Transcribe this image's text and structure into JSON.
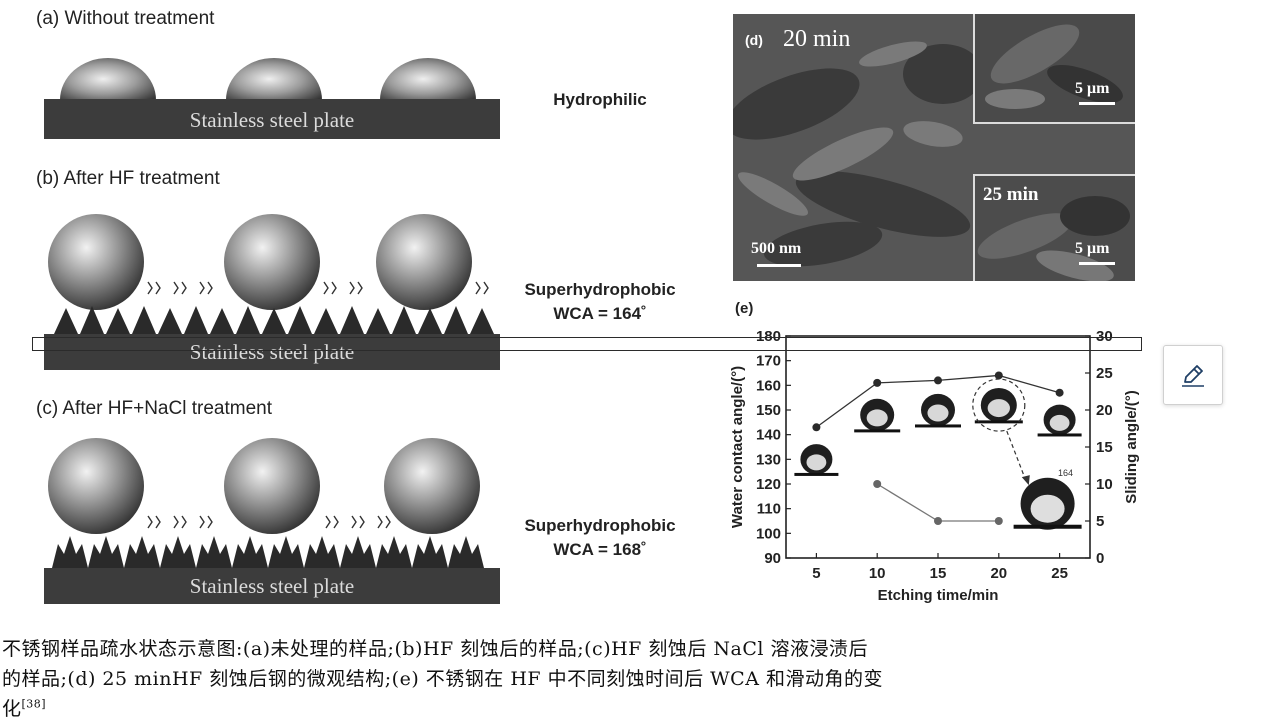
{
  "panel_a": {
    "label": "(a)  Without treatment",
    "plate": "Stainless steel plate",
    "state": "Hydrophilic"
  },
  "panel_b": {
    "label": "(b) After HF treatment",
    "plate": "Stainless steel plate",
    "state_line1": "Superhydrophobic",
    "state_line2": "WCA = 164˚"
  },
  "panel_c": {
    "label": "(c)  After HF+NaCl treatment",
    "plate": "Stainless steel plate",
    "state_line1": "Superhydrophobic",
    "state_line2": "WCA = 168˚"
  },
  "panel_d": {
    "label": "(d)",
    "time_main": "20 min",
    "scale_main": "500 nm",
    "inset_top_scale": "5 μm",
    "inset_bottom_time": "25 min",
    "inset_bottom_scale": "5 μm"
  },
  "panel_e": {
    "label": "(e)",
    "inset_note": "164"
  },
  "chart_data": {
    "type": "scatter",
    "x": [
      5,
      10,
      15,
      20,
      25
    ],
    "xlabel": "Etching time/min",
    "ylabel": "Water contact angle/(°)",
    "y2label": "Sliding angle/(°)",
    "xticks": [
      5,
      10,
      15,
      20,
      25
    ],
    "yticks": [
      90,
      100,
      110,
      120,
      130,
      140,
      150,
      160,
      170,
      180
    ],
    "y2ticks": [
      0,
      5,
      10,
      15,
      20,
      25,
      30
    ],
    "xlim": [
      2.5,
      27.5
    ],
    "ylim": [
      90,
      180
    ],
    "y2lim": [
      0,
      30
    ],
    "series": [
      {
        "axis": "left",
        "x": [
          5,
          10,
          15,
          20,
          25
        ],
        "values": [
          143,
          161,
          162,
          164,
          157
        ]
      },
      {
        "axis": "right",
        "x": [
          10,
          15,
          20
        ],
        "values": [
          10,
          5,
          5
        ]
      }
    ]
  },
  "caption": {
    "line1": "不锈钢样品疏水状态示意图:(a)未处理的样品;(b)HF 刻蚀后的样品;(c)HF 刻蚀后 NaCl 溶液浸渍后",
    "line2": "的样品;(d) 25 minHF 刻蚀后钢的微观结构;(e) 不锈钢在 HF 中不同刻蚀时间后 WCA 和滑动角的变",
    "line3": "化",
    "ref": "[38]"
  },
  "icons": {
    "edit": "pencil-icon"
  },
  "colors": {
    "plate": "#3c3c3c",
    "selection": "#2b2b2b",
    "accent": "#1a4f8a"
  }
}
